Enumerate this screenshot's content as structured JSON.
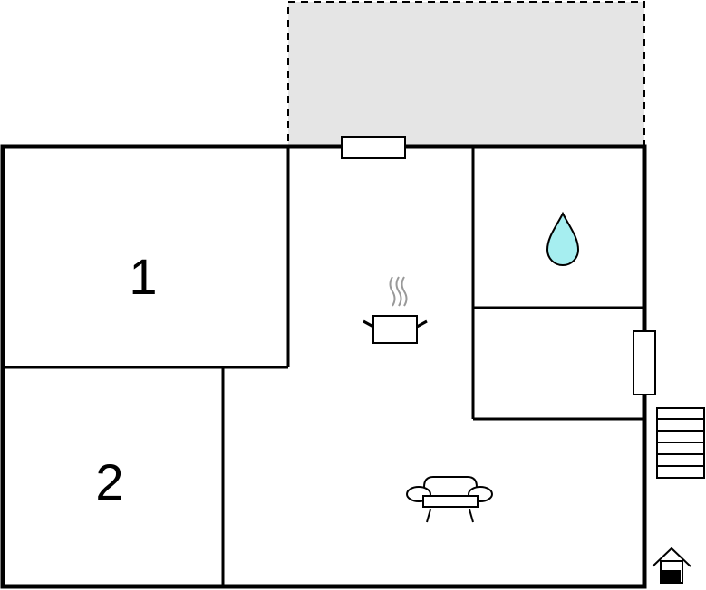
{
  "floorplan": {
    "rooms": [
      {
        "id": "bedroom-1",
        "label": "1"
      },
      {
        "id": "bedroom-2",
        "label": "2"
      },
      {
        "id": "kitchen-living",
        "label": ""
      },
      {
        "id": "bathroom",
        "label": ""
      },
      {
        "id": "hallway",
        "label": ""
      }
    ],
    "icons": {
      "kitchen": "cooking-pot-icon",
      "bathroom": "water-drop-icon",
      "living": "sofa-icon",
      "entrance": "house-entrance-icon",
      "stairs": "stairs-icon"
    },
    "colors": {
      "wall": "#000000",
      "terrace_fill": "#e5e5e5",
      "water_drop": "#a6eef0",
      "steam": "#999999"
    }
  }
}
